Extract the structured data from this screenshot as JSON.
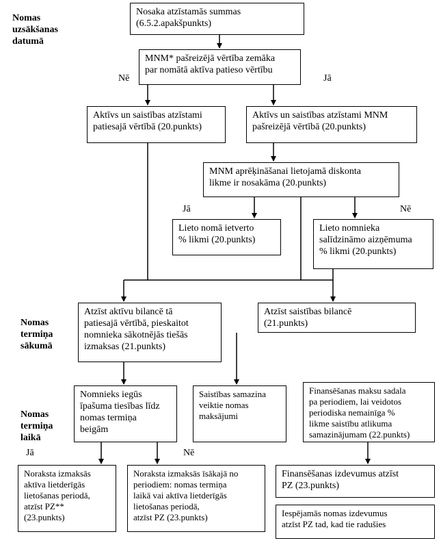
{
  "side_labels": {
    "start": "Nomas\nuzsākšanas\ndatumā",
    "term_start": "Nomas\ntermiņa\nsākumā",
    "term_time": "Nomas\ntermiņa\nlaikā"
  },
  "branch_labels": {
    "no_1": "Nē",
    "yes_1": "Jā",
    "yes_2": "Jā",
    "no_2": "Nē",
    "yes_3": "Jā",
    "no_3": "Nē"
  },
  "boxes": {
    "b1": "Nosaka atzīstamās summas\n(6.5.2.apakšpunkts)",
    "b2": "MNM* pašreizējā vērtība zemāka\npar nomātā aktīva patieso vērtību",
    "b3": "Aktīvs un saistības atzīstami\npatiesajā vērtībā (20.punkts)",
    "b4": "Aktīvs un saistības atzīstami MNM\npašreizējā vērtībā (20.punkts)",
    "b5": "MNM aprēķināšanai lietojamā diskonta\nlikme ir nosakāma (20.punkts)",
    "b6": "Lieto nomā ietverto\n% likmi (20.punkts)",
    "b7": "Lieto nomnieka\nsalīdzināmo aizņēmuma\n% likmi (20.punkts)",
    "b8": "Atzīst aktīvu bilancē tā\npatiesajā vērtībā, pieskaitot\nnomnieka sākotnējās tiešās\nizmaksas (21.punkts)",
    "b9": "Atzīst saistības bilancē\n(21.punkts)",
    "b10": "Nomnieks iegūs\nīpašuma tiesības līdz\nnomas termiņa\nbeigām",
    "b11": "Saistības samazina\nveiktie nomas\nmaksājumi",
    "b12": "Finansēšanas maksu sadala\npa periodiem, lai veidotos\nperiodiska nemainīga %\nlikme saistību atlikuma\nsamazinājumam (22.punkts)",
    "b13": "Noraksta izmaksās\naktīva lietderīgās\nlietošanas periodā,\natzīst PZ**\n(23.punkts)",
    "b14": "Noraksta izmaksās īsākajā no\nperiodiem: nomas termiņa\nlaikā vai aktīva lietderīgās\nlietošanas periodā,\natzīst PZ (23.punkts)",
    "b15": "Finansēšanas izdevumus atzīst\nPZ (23.punkts)",
    "b16": "Iespējamās nomas izdevumus\natzīst PZ tad, kad tie radušies"
  }
}
